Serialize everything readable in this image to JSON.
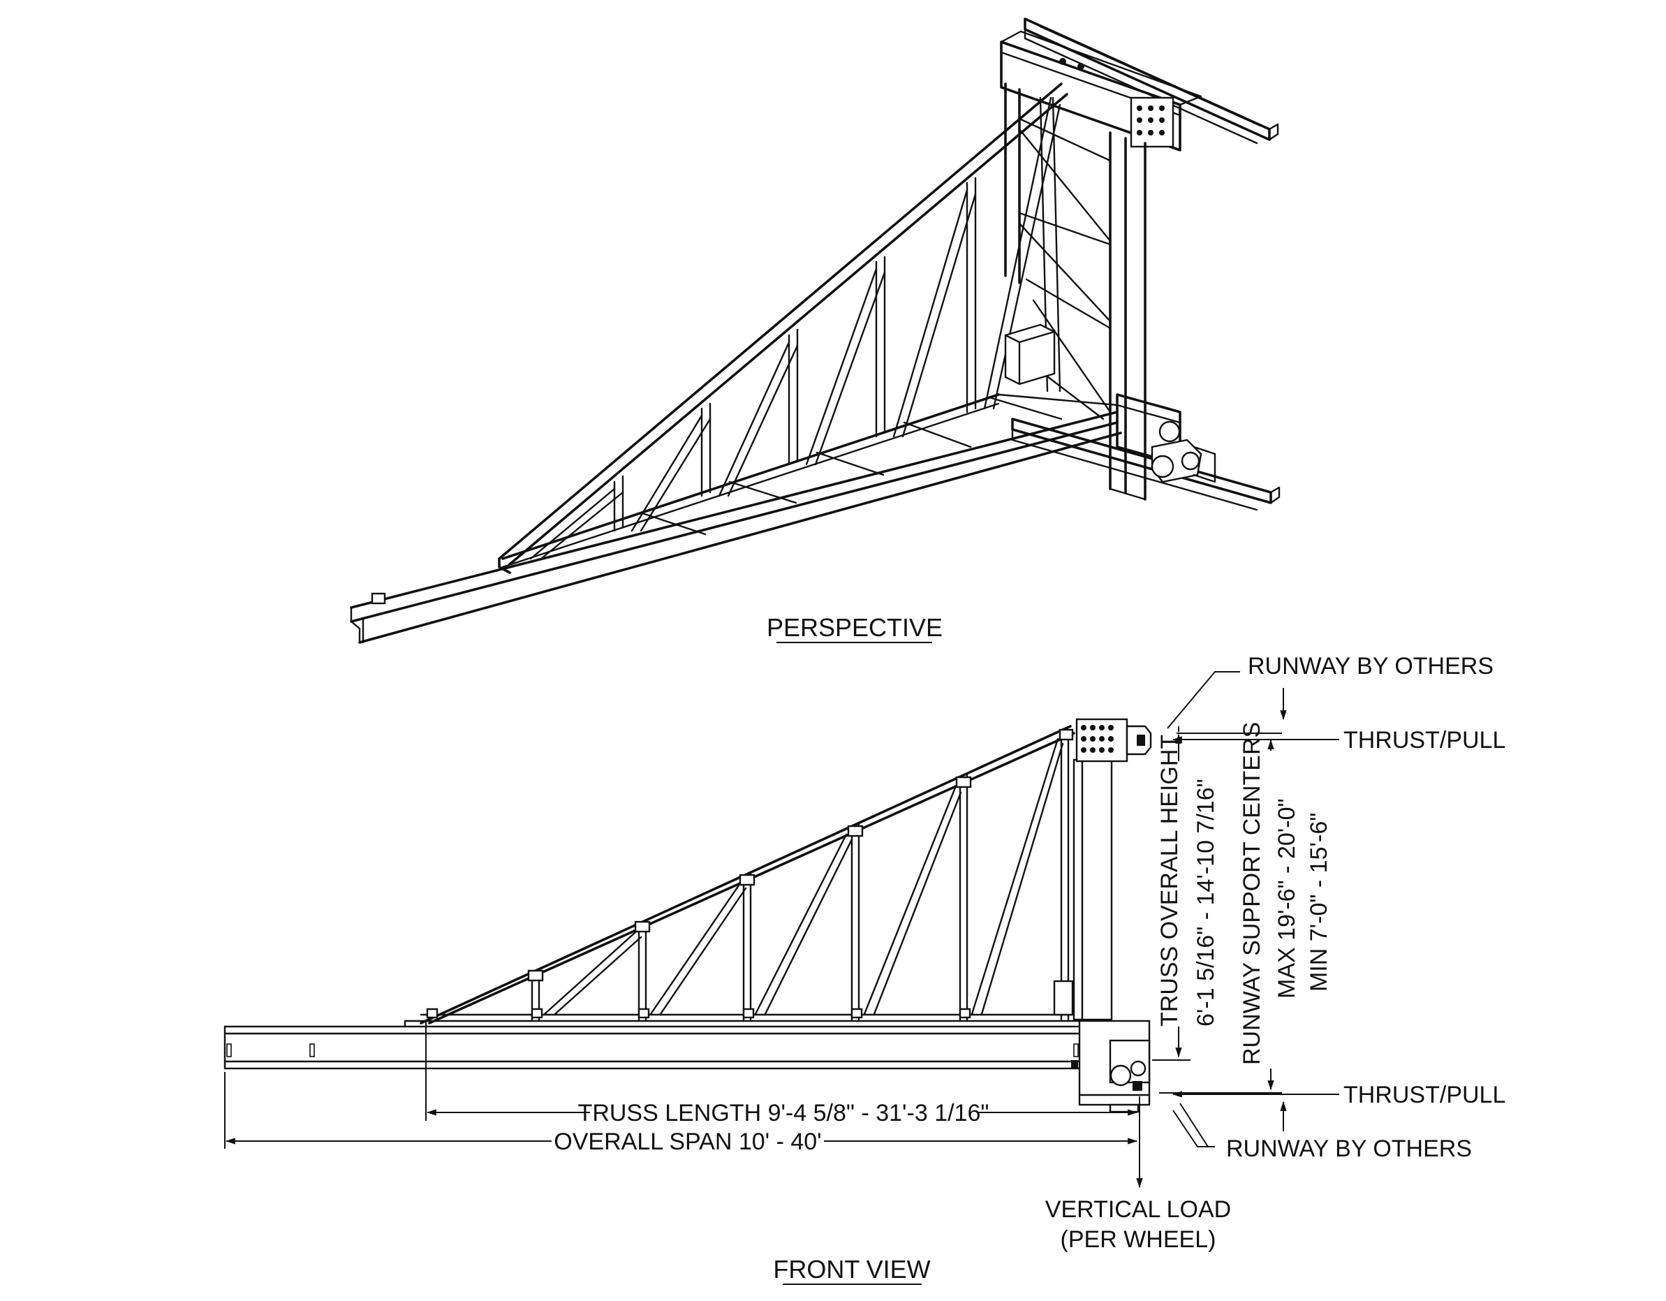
{
  "views": {
    "perspective_title": "PERSPECTIVE",
    "front_title": "FRONT VIEW"
  },
  "labels": {
    "runway_top": "RUNWAY BY OTHERS",
    "thrust_top": "THRUST/PULL",
    "truss_height_line1": "TRUSS OVERALL HEIGHT",
    "truss_height_line2": "6'-1 5/16\" - 14'-10 7/16\"",
    "support_line1": "RUNWAY SUPPORT CENTERS",
    "support_line2": "MAX 19'-6\" - 20'-0\"",
    "support_line3": "MIN 7'-0\" - 15'-6\"",
    "thrust_bottom": "THRUST/PULL",
    "runway_bottom": "RUNWAY BY OTHERS",
    "truss_length": "TRUSS LENGTH 9'-4 5/8\" - 31'-3 1/16\"",
    "overall_span": "OVERALL SPAN 10' - 40'",
    "vertical_load_line1": "VERTICAL LOAD",
    "vertical_load_line2": "(PER WHEEL)"
  }
}
